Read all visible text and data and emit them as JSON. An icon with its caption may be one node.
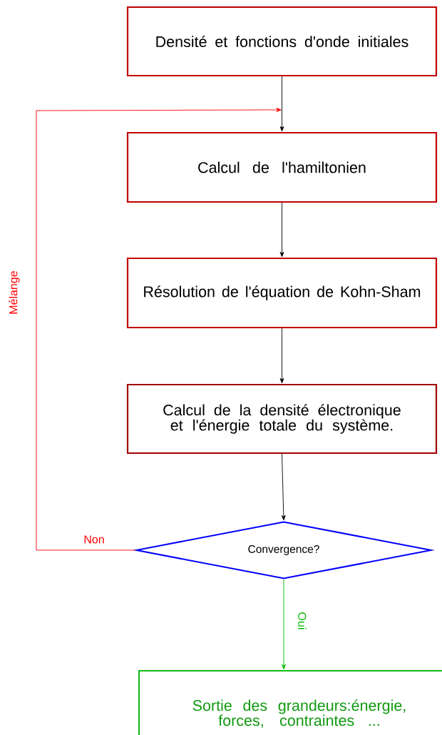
{
  "diagram": {
    "nodes": [
      {
        "text": [
          "Densité et fonctions d'onde initiales"
        ]
      },
      {
        "text": [
          "Calcul de l'hamiltonien"
        ]
      },
      {
        "text": [
          "Résolution de l'équation de Kohn-Sham"
        ]
      },
      {
        "text": [
          "Calcul de la densité électronique et l'énergie totale du système."
        ]
      },
      {
        "text": [
          "Convergence?"
        ]
      },
      {
        "text": [
          "Sortie des grandeurs:énergie, forces, contraintes ..."
        ]
      }
    ],
    "edges": [
      {
        "from": 0,
        "to": 1,
        "arrow": "to"
      },
      {
        "from": 1,
        "to": 2,
        "arrow": "to"
      },
      {
        "from": 2,
        "to": 3,
        "arrow": "to"
      },
      {
        "from": 3,
        "to": 4,
        "arrow": "to"
      },
      {
        "from": 4,
        "to": 1,
        "arrow": "to",
        "label": "Non",
        "color": "#ff0000"
      },
      {
        "from": 4,
        "to": 5,
        "arrow": "to",
        "label": "Oui",
        "color": "#00bb00"
      }
    ],
    "labels": [
      "Mélange"
    ]
  }
}
